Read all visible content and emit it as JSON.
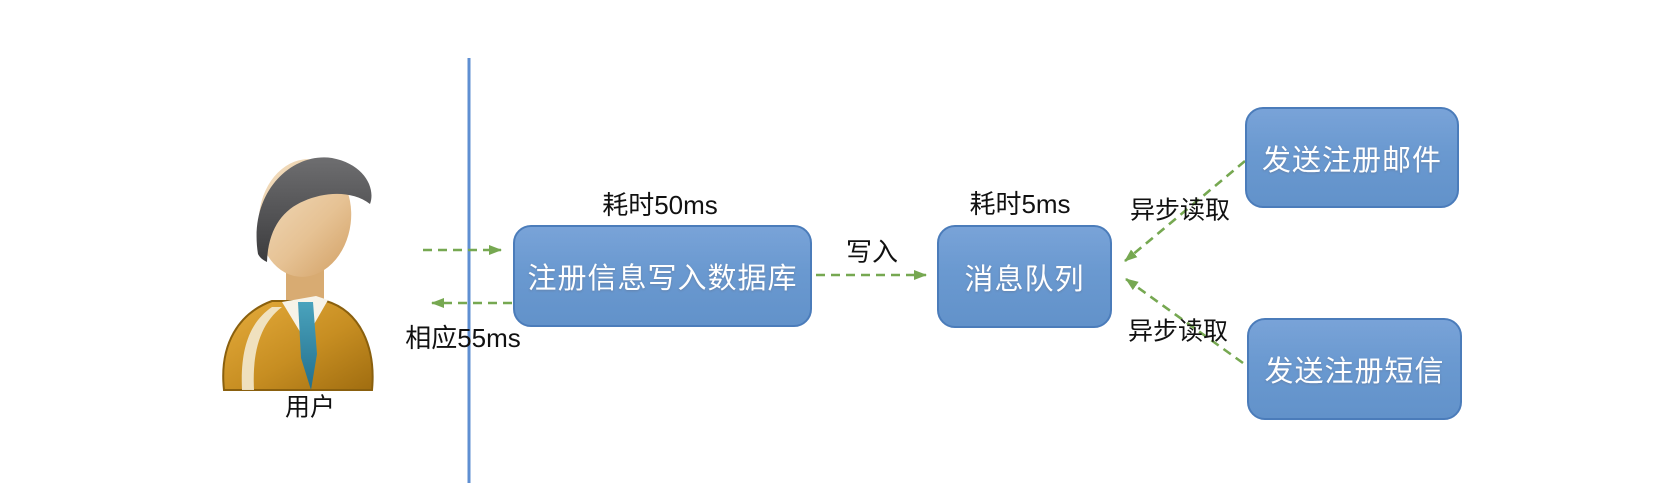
{
  "diagram": {
    "actor": {
      "label": "用户",
      "icon": "person-icon"
    },
    "nodes": {
      "db": {
        "label": "注册信息写入数据库"
      },
      "queue": {
        "label": "消息队列"
      },
      "email": {
        "label": "发送注册邮件"
      },
      "sms": {
        "label": "发送注册短信"
      }
    },
    "edge_labels": {
      "request_time": "耗时50ms",
      "response_time": "相应55ms",
      "write": "写入",
      "queue_time": "耗时5ms",
      "async_read_email": "异步读取",
      "async_read_sms": "异步读取"
    },
    "colors": {
      "node_fill": "#6A99D0",
      "node_border": "#4B7CBA",
      "node_text": "#FFFFFF",
      "connector_green": "#76A851",
      "lifeline_blue": "#5F8FD2",
      "label_text": "#111111",
      "background": "#FFFFFF"
    }
  }
}
